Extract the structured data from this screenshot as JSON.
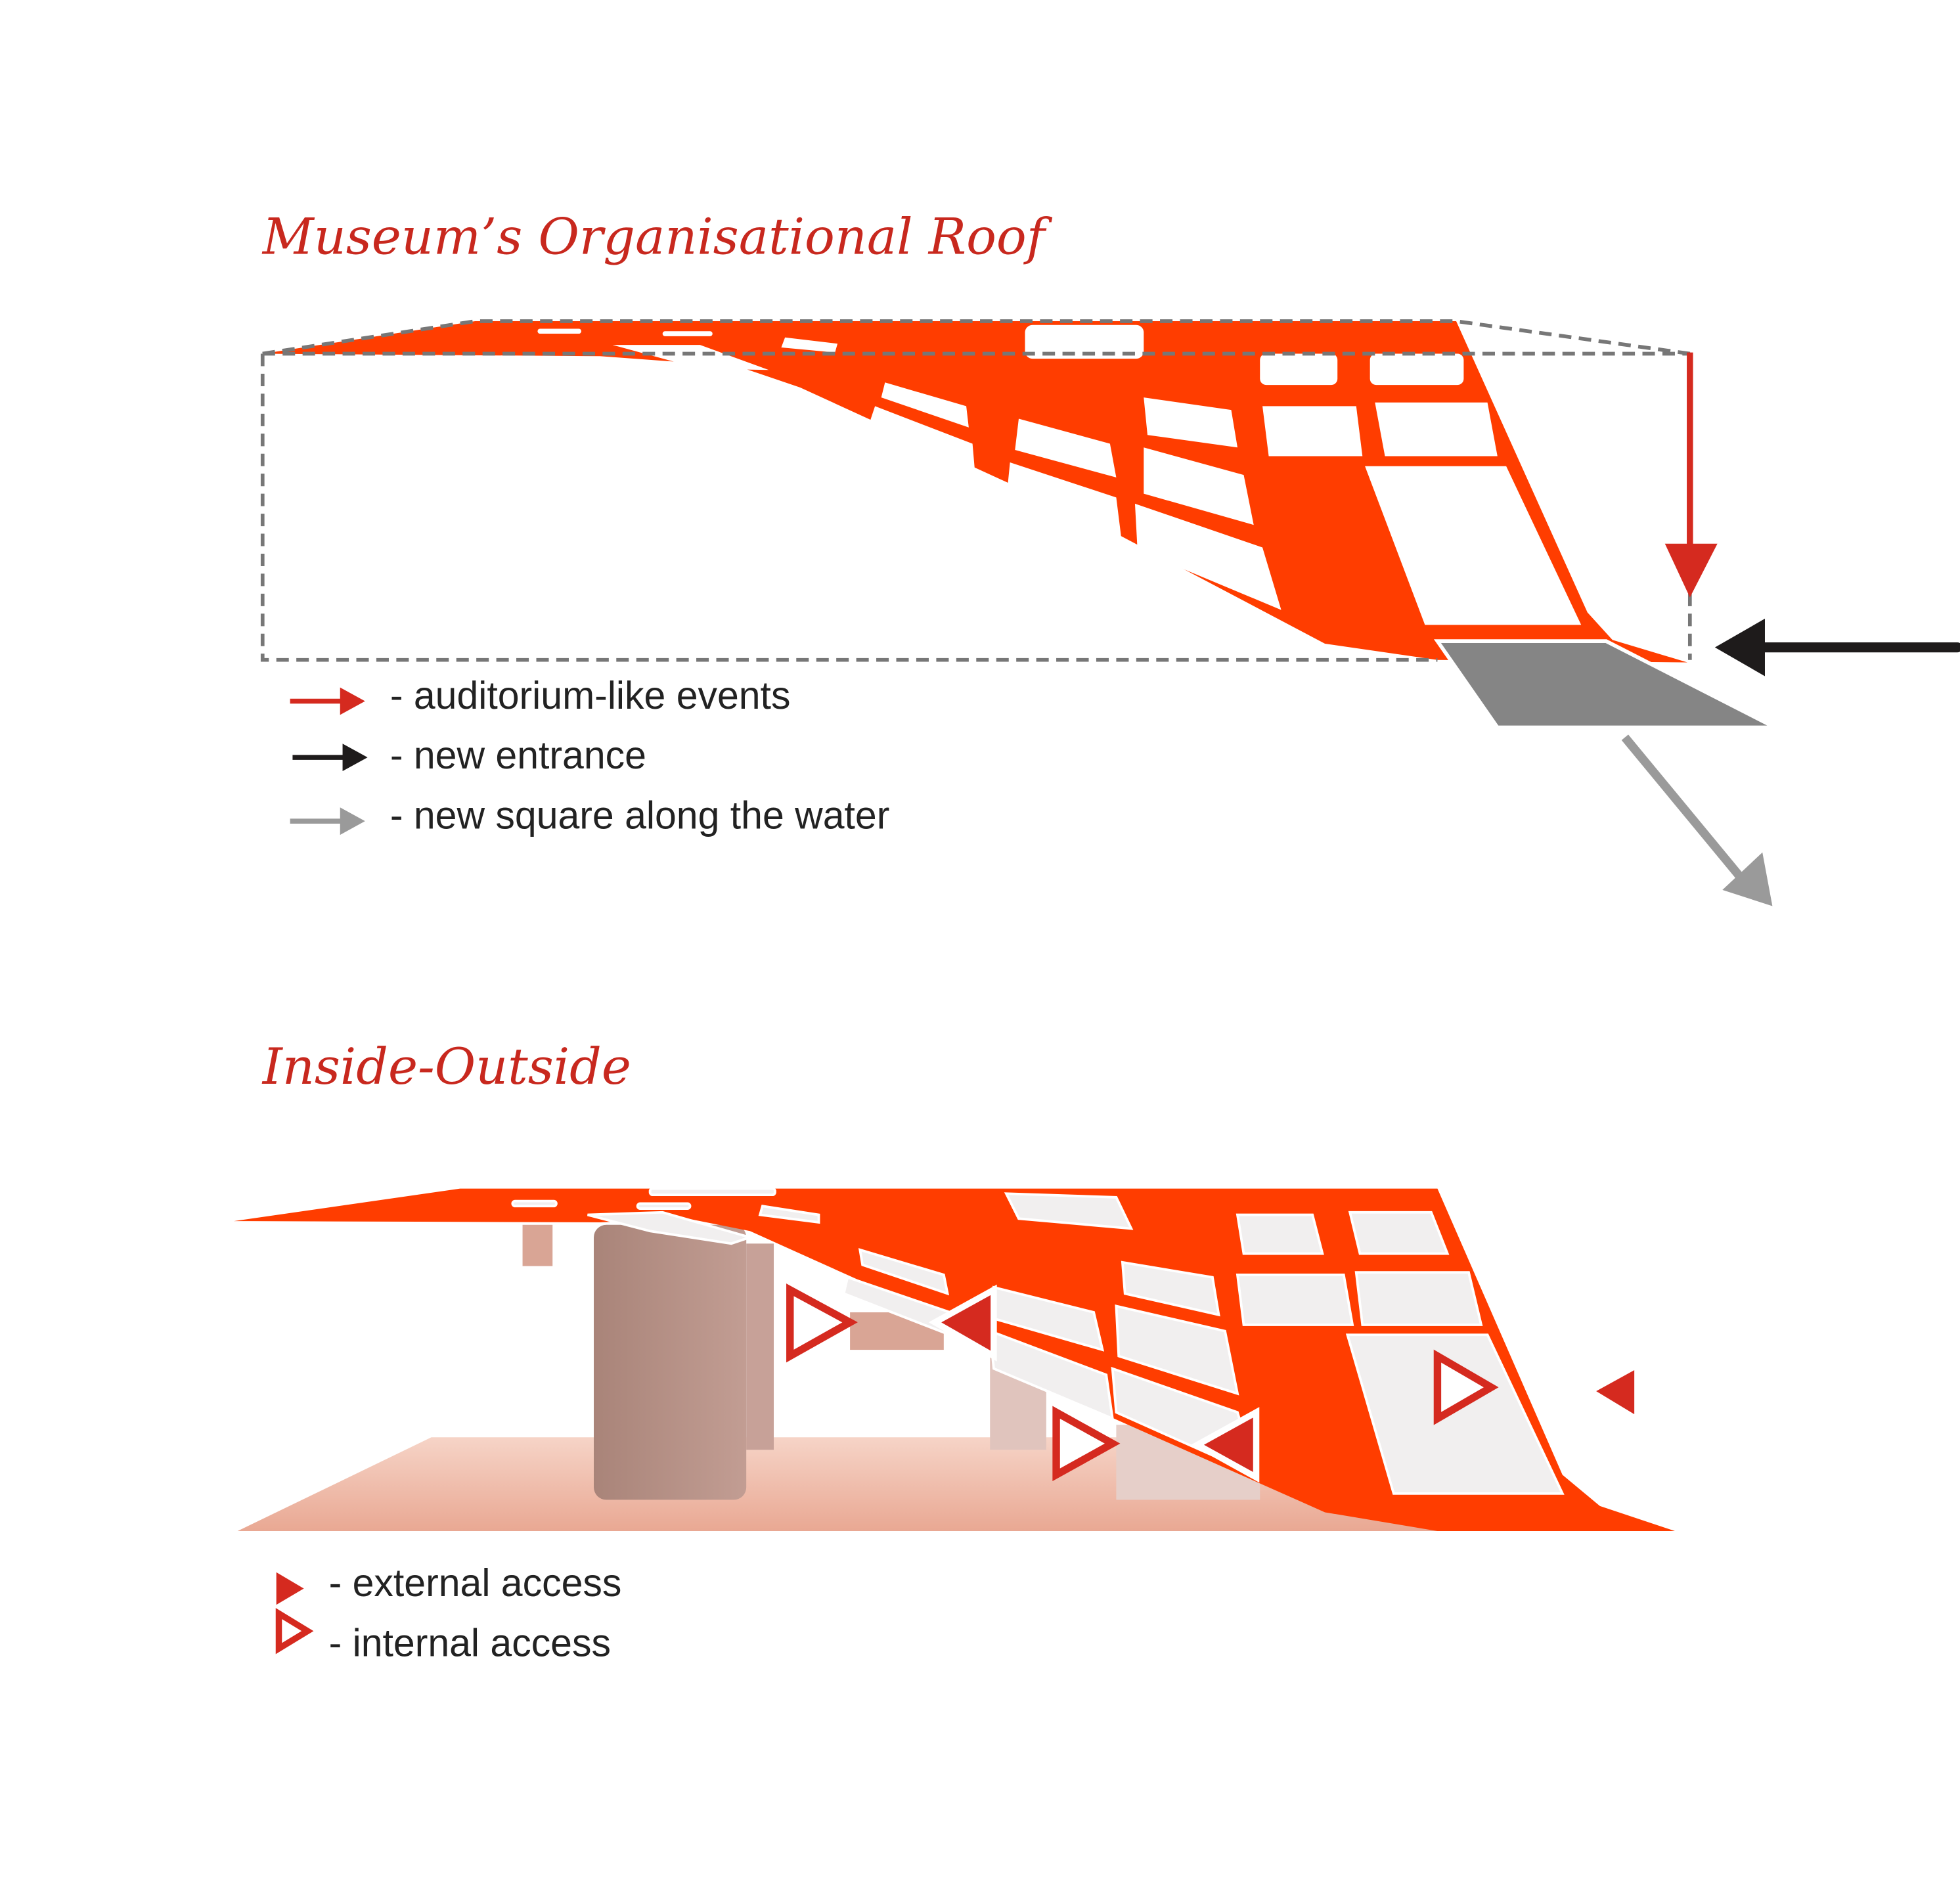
{
  "sections": [
    {
      "title": "Museum’s Organisational Roof",
      "legend": [
        {
          "label": "- auditorium-like events",
          "arrow_color": "#d52a1f"
        },
        {
          "label": "- new entrance",
          "arrow_color": "#1e1b1b"
        },
        {
          "label": "- new square along the water",
          "arrow_color": "#9a9a9a"
        }
      ]
    },
    {
      "title": "Inside-Outside",
      "legend": [
        {
          "label": "- external access",
          "marker": "filled-triangle"
        },
        {
          "label": "- internal access",
          "marker": "outlined-triangle"
        }
      ]
    }
  ],
  "colors": {
    "roof": "#ff3d00",
    "title": "#c8281e",
    "square": "#858585",
    "dashed_outline": "#777777",
    "column": "#b08a82",
    "ground": "#e9a893"
  }
}
